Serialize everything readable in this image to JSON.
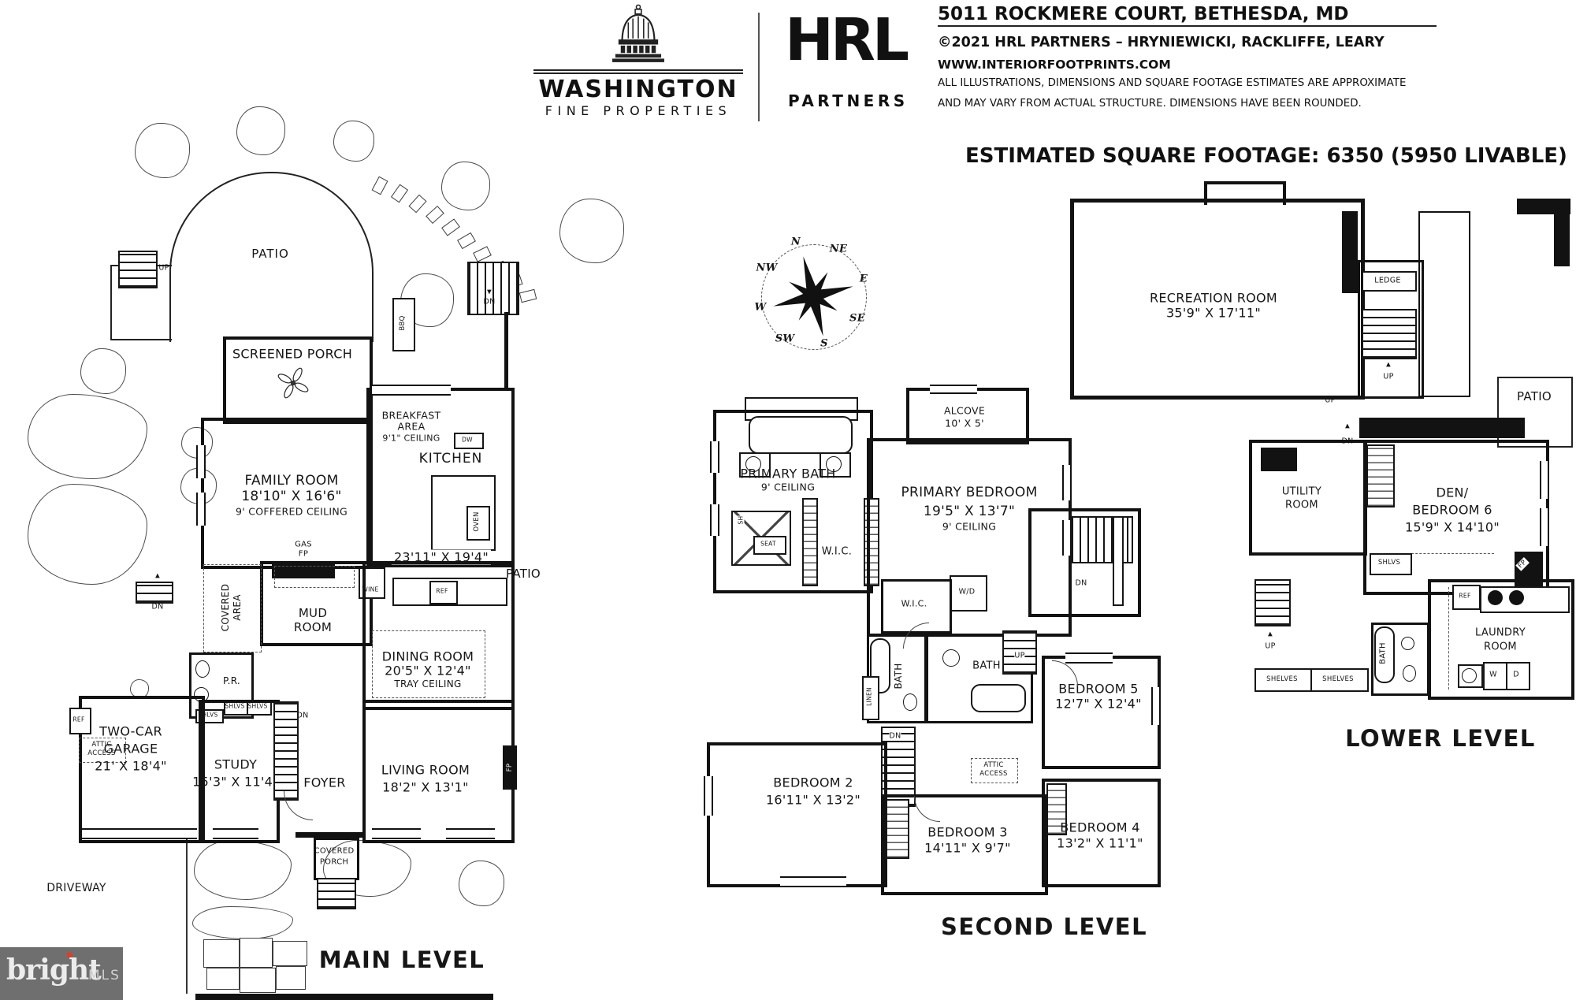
{
  "header": {
    "brand_name": "WASHINGTON",
    "brand_sub": "FINE PROPERTIES",
    "partner_name": "HRL",
    "partner_sub": "PARTNERS",
    "address": "5011 ROCKMERE COURT, BETHESDA, MD",
    "copyright": "©2021 HRL PARTNERS – HRYNIEWICKI, RACKLIFFE, LEARY",
    "website": "WWW.INTERIORFOOTPRINTS.COM",
    "disclaimer_1": "ALL ILLUSTRATIONS, DIMENSIONS AND SQUARE FOOTAGE ESTIMATES ARE APPROXIMATE",
    "disclaimer_2": "AND MAY VARY FROM ACTUAL STRUCTURE. DIMENSIONS HAVE BEEN ROUNDED.",
    "sqft": "ESTIMATED SQUARE FOOTAGE: 6350 (5950 LIVABLE)"
  },
  "compass": {
    "points": [
      "N",
      "NE",
      "E",
      "SE",
      "S",
      "SW",
      "W",
      "NW"
    ]
  },
  "icons": {
    "up_arrow": "▲",
    "down_arrow": "▼",
    "spark": "◆"
  },
  "abbr": {
    "up": "UP",
    "dn": "DN",
    "ref": "REF",
    "shlvs": "SHLVS",
    "shelves": "SHELVES",
    "attic_1": "ATTIC",
    "attic_2": "ACCESS",
    "wic": "W.I.C.",
    "wd": "W/D",
    "bath": "BATH",
    "linen": "LINEN",
    "seat": "SEAT",
    "sh": "SH",
    "dw": "DW",
    "oven": "OVEN",
    "bbq": "BBQ",
    "wine": "WINE",
    "gas": "GAS",
    "fp": "FP",
    "pr": "P.R.",
    "ledge": "LEDGE",
    "w": "W",
    "d": "D",
    "patio": "PATIO"
  },
  "main": {
    "title": "MAIN LEVEL",
    "rooms": {
      "screened_porch": "SCREENED PORCH",
      "breakfast_1": "BREAKFAST",
      "breakfast_2": "AREA",
      "breakfast_note": "9'1\" CEILING",
      "kitchen": "KITCHEN",
      "kitchen_dims": "23'11\" X 19'4\"",
      "family": "FAMILY ROOM",
      "family_dims": "18'10\" X 16'6\"",
      "family_note": "9' COFFERED CEILING",
      "mud_1": "MUD",
      "mud_2": "ROOM",
      "dining": "DINING ROOM",
      "dining_dims": "20'5\" X 12'4\"",
      "dining_note": "TRAY CEILING",
      "garage_1": "TWO-CAR",
      "garage_2": "GARAGE",
      "garage_dims": "21' X 18'4\"",
      "study": "STUDY",
      "study_dims": "15'3\" X 11'4\"",
      "foyer": "FOYER",
      "living": "LIVING ROOM",
      "living_dims": "18'2\" X 13'1\"",
      "covered_porch_1": "COVERED",
      "covered_porch_2": "PORCH",
      "covered_area": "COVERED AREA",
      "driveway": "DRIVEWAY"
    }
  },
  "second": {
    "title": "SECOND LEVEL",
    "rooms": {
      "primary_bath": "PRIMARY BATH",
      "primary_bath_note": "9' CEILING",
      "alcove": "ALCOVE",
      "alcove_dims": "10' X 5'",
      "primary_bedroom": "PRIMARY BEDROOM",
      "primary_bedroom_dims": "19'5\" X 13'7\"",
      "primary_bedroom_note": "9' CEILING",
      "bed2": "BEDROOM 2",
      "bed2_dims": "16'11\" X 13'2\"",
      "bed3": "BEDROOM 3",
      "bed3_dims": "14'11\" X 9'7\"",
      "bed4": "BEDROOM 4",
      "bed4_dims": "13'2\" X 11'1\"",
      "bed5": "BEDROOM 5",
      "bed5_dims": "12'7\" X 12'4\""
    }
  },
  "lower": {
    "title": "LOWER LEVEL",
    "rooms": {
      "rec": "RECREATION ROOM",
      "rec_dims": "35'9\" X 17'11\"",
      "utility_1": "UTILITY",
      "utility_2": "ROOM",
      "den_1": "DEN/",
      "den_2": "BEDROOM 6",
      "den_dims": "15'9\" X 14'10\"",
      "laundry_1": "LAUNDRY",
      "laundry_2": "ROOM"
    }
  },
  "watermark": {
    "brand": "bright",
    "suffix": "MLS"
  }
}
